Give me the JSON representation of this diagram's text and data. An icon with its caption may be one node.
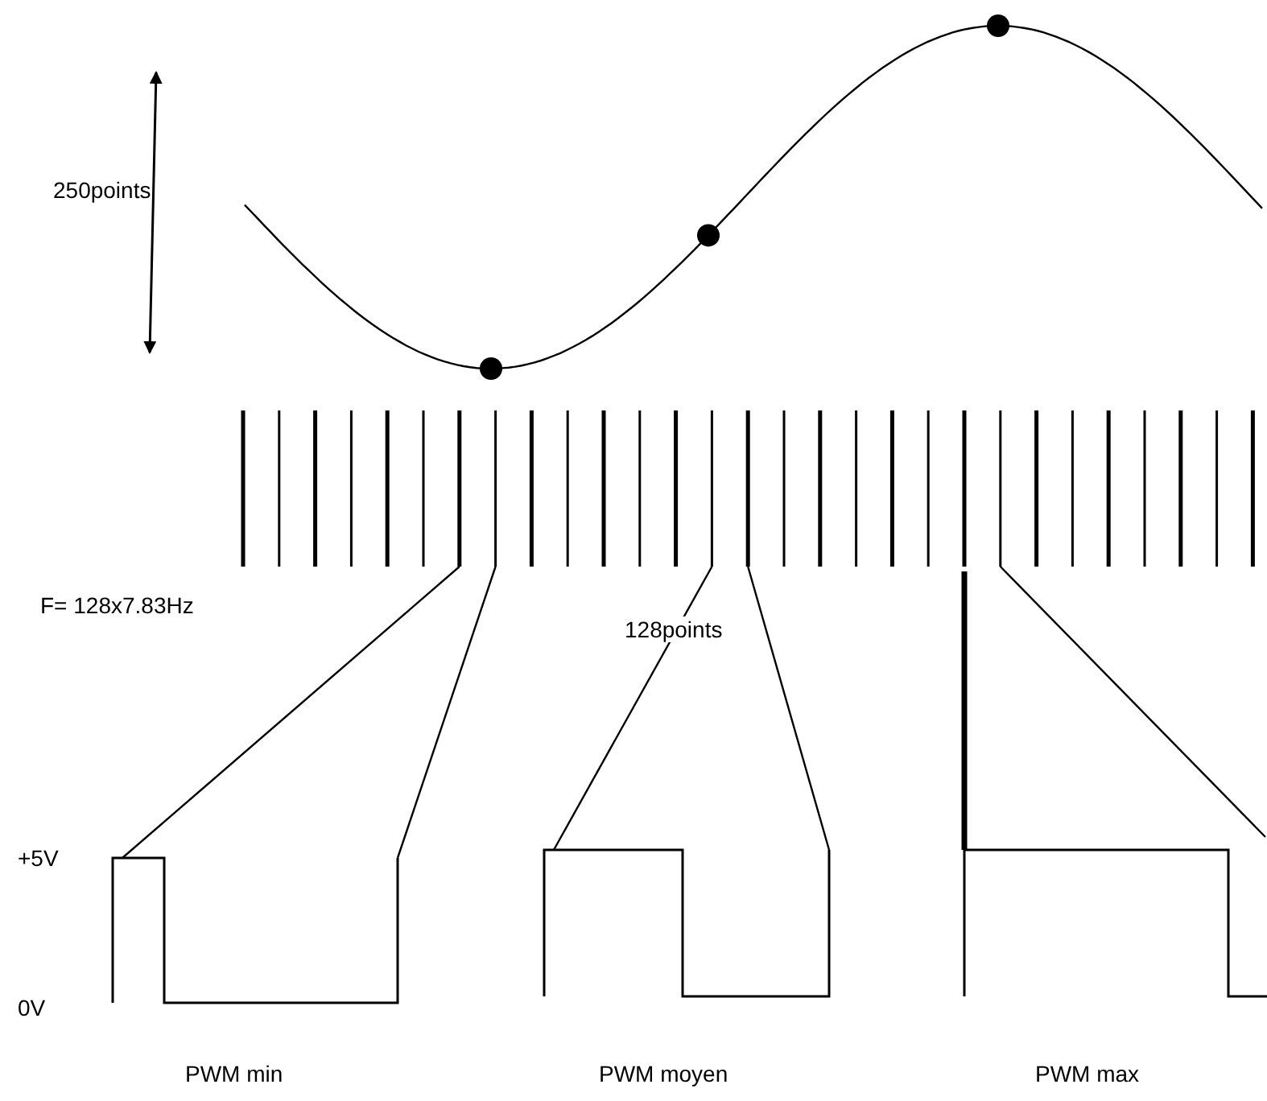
{
  "diagram": {
    "nodes": [
      {
        "text": [],
        "shape": "bar"
      },
      {
        "text": [],
        "shape": "bar"
      },
      {
        "text": [],
        "shape": "bar"
      },
      {
        "text": [],
        "shape": "bar"
      },
      {
        "text": [],
        "shape": "bar"
      },
      {
        "text": [],
        "shape": "bar"
      },
      {
        "text": [],
        "shape": "picture"
      },
      {
        "text": [],
        "shape": "picture"
      },
      {
        "text": [],
        "shape": "picture"
      }
    ],
    "edges": [
      {
        "from": 0,
        "to": 6,
        "arrow": "none"
      },
      {
        "from": 1,
        "to": 6,
        "arrow": "none"
      },
      {
        "from": 2,
        "to": 7,
        "arrow": "none"
      },
      {
        "from": 3,
        "to": 7,
        "arrow": "none"
      },
      {
        "from": 4,
        "to": 8,
        "arrow": "none",
        "style": "thick"
      },
      {
        "from": 5,
        "to": 8,
        "arrow": "none"
      }
    ],
    "labels": [
      "250points",
      "F= 128x7.83Hz",
      "128points",
      "+5V",
      "0V",
      "PWM min",
      "PWM moyen",
      "PWM max"
    ]
  }
}
